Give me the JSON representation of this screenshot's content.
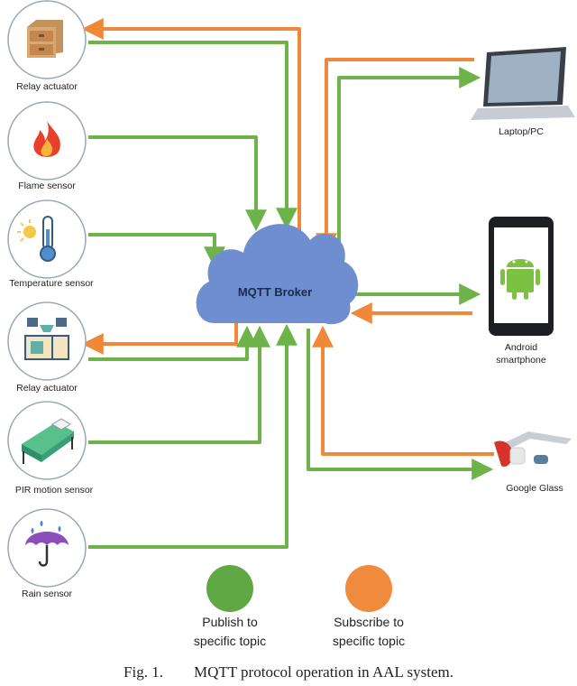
{
  "broker": {
    "label": "MQTT Broker"
  },
  "nodes": {
    "relay_top": "Relay actuator",
    "flame": "Flame sensor",
    "temperature": "Temperature sensor",
    "relay_mid": "Relay actuator",
    "pir": "PIR motion sensor",
    "rain": "Rain sensor",
    "laptop": "Laptop/PC",
    "android": "Android\nsmartphone",
    "glass": "Google Glass"
  },
  "legend": {
    "publish": {
      "label": "Publish to\nspecific topic",
      "color": "#5fa844"
    },
    "subscribe": {
      "label": "Subscribe to\nspecific topic",
      "color": "#f08a3c"
    }
  },
  "caption": {
    "number": "Fig. 1.",
    "text": "MQTT protocol operation in AAL system."
  },
  "colors": {
    "publish": "#6db349",
    "subscribe": "#f0883a",
    "cloud": "#6f8ed0",
    "node_border": "#9aa7b8"
  }
}
